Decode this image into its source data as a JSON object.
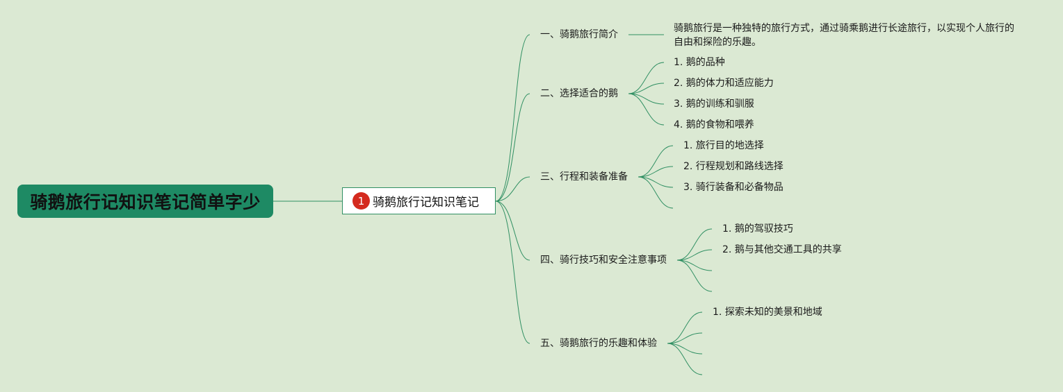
{
  "root": {
    "title": "骑鹅旅行记知识笔记简单字少"
  },
  "subtopic": {
    "badge": "1",
    "label": "骑鹅旅行记知识笔记"
  },
  "branches": [
    {
      "label": "一、骑鹅旅行简介",
      "description": "骑鹅旅行是一种独特的旅行方式，通过骑乘鹅进行长途旅行，以实现个人旅行的自由和探险的乐趣。"
    },
    {
      "label": "二、选择适合的鹅",
      "items": [
        "1. 鹅的品种",
        "2. 鹅的体力和适应能力",
        "3. 鹅的训练和驯服",
        "4. 鹅的食物和喂养"
      ]
    },
    {
      "label": "三、行程和装备准备",
      "items": [
        "1. 旅行目的地选择",
        "2. 行程规划和路线选择",
        "3. 骑行装备和必备物品"
      ]
    },
    {
      "label": "四、骑行技巧和安全注意事项",
      "items": [
        "1. 鹅的驾驭技巧",
        "2. 鹅与其他交通工具的共享"
      ]
    },
    {
      "label": "五、骑鹅旅行的乐趣和体验",
      "items": [
        "1. 探索未知的美景和地域"
      ]
    }
  ],
  "colors": {
    "background": "#dbe9d3",
    "root": "#1e8a64",
    "line": "#2f8f62",
    "badge": "#d42a1e"
  }
}
